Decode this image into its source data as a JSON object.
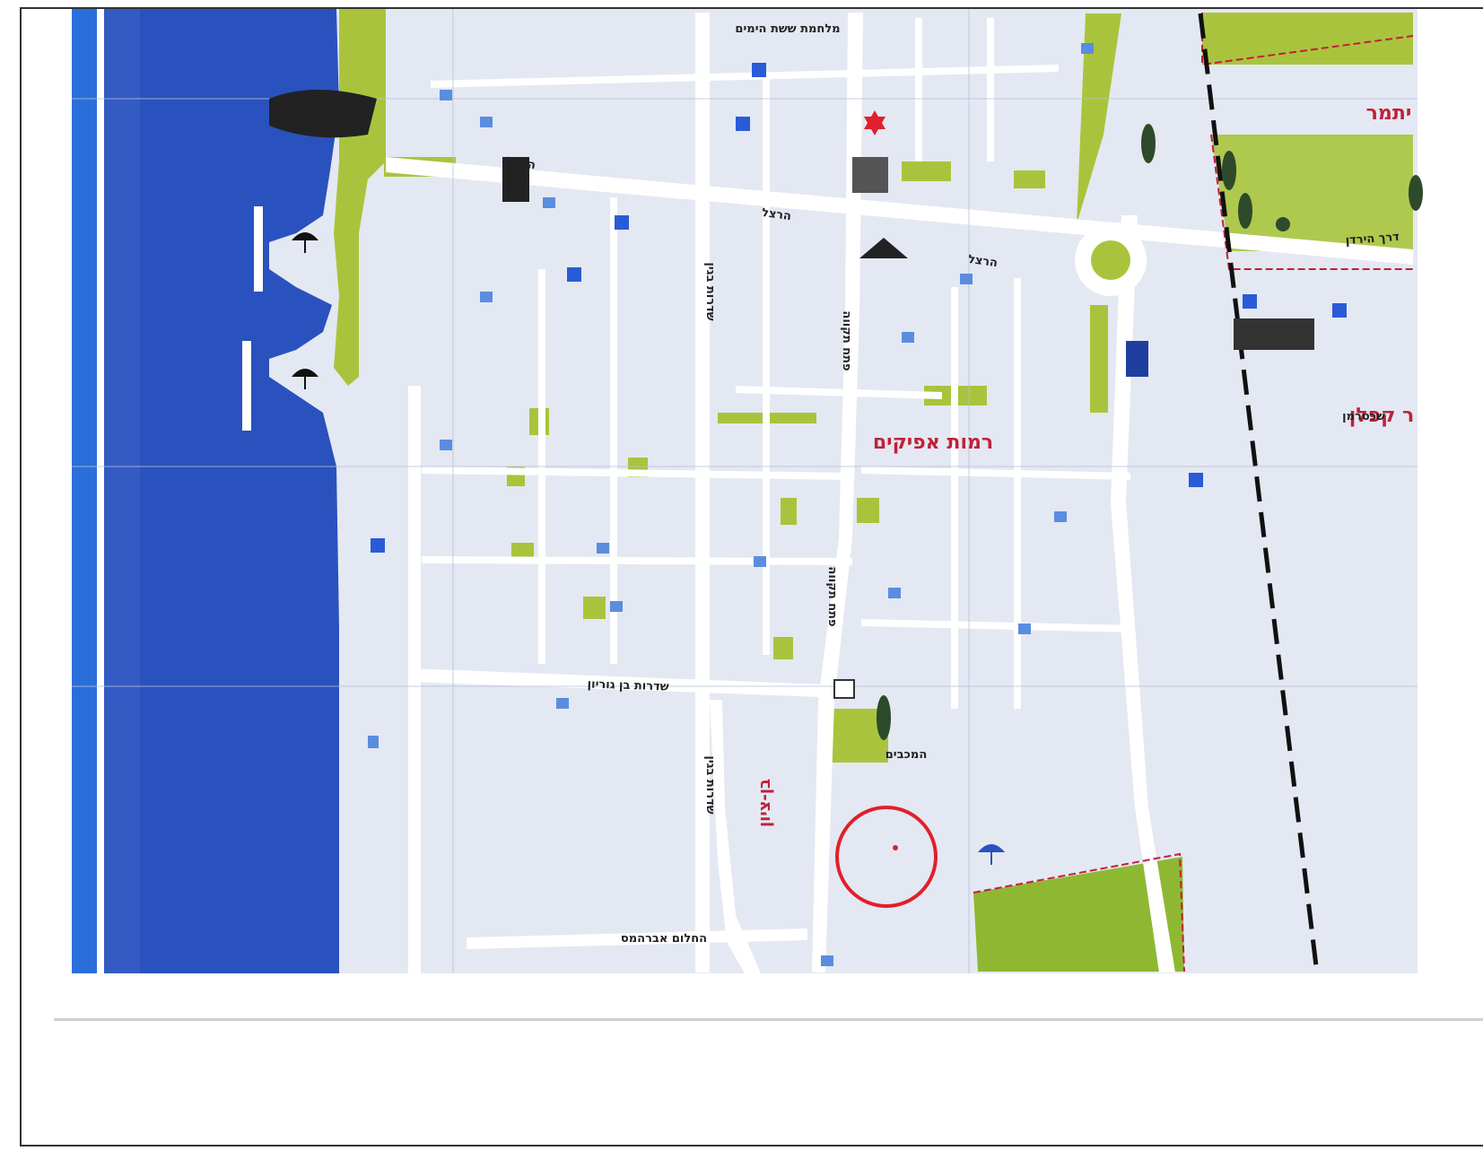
{
  "map": {
    "neighborhoods": {
      "ramot_afikim": "רמות אפיקים",
      "ben_zion": "בן-ציון",
      "yitamar": "יתמר",
      "kaplan": "ר קפלן"
    },
    "streets": {
      "herzl_1": "הרצל",
      "herzl_2": "הרצל",
      "herzl_3": "הרצל",
      "ben_gurion_blvd": "שדרות בן גוריון",
      "sderot_begin_1": "שדרות בגין",
      "sderot_begin_2": "שדרות בגין",
      "petah_tikva_1": "פתח תקווה",
      "petah_tikva_2": "פתח תקווה",
      "derech_hayarden": "דרך הירדן",
      "shachtman": "שכטרמן",
      "sheshet_hayamim": "מלחמת ששת הימים",
      "hahalom": "החלום אברהמס",
      "hamaccabim": "המכבים"
    },
    "colors": {
      "sea": "#2a52be",
      "land": "#e4e8f2",
      "road": "#ffffff",
      "park": "#a9c43c",
      "label_red": "#c0203a",
      "parking": "#2a5bd7"
    },
    "icons": {
      "marker": "circle-marker-icon",
      "parking": "parking-icon",
      "star": "star-of-david-icon",
      "beach": "beach-umbrella-icon",
      "building": "building-icon"
    }
  }
}
